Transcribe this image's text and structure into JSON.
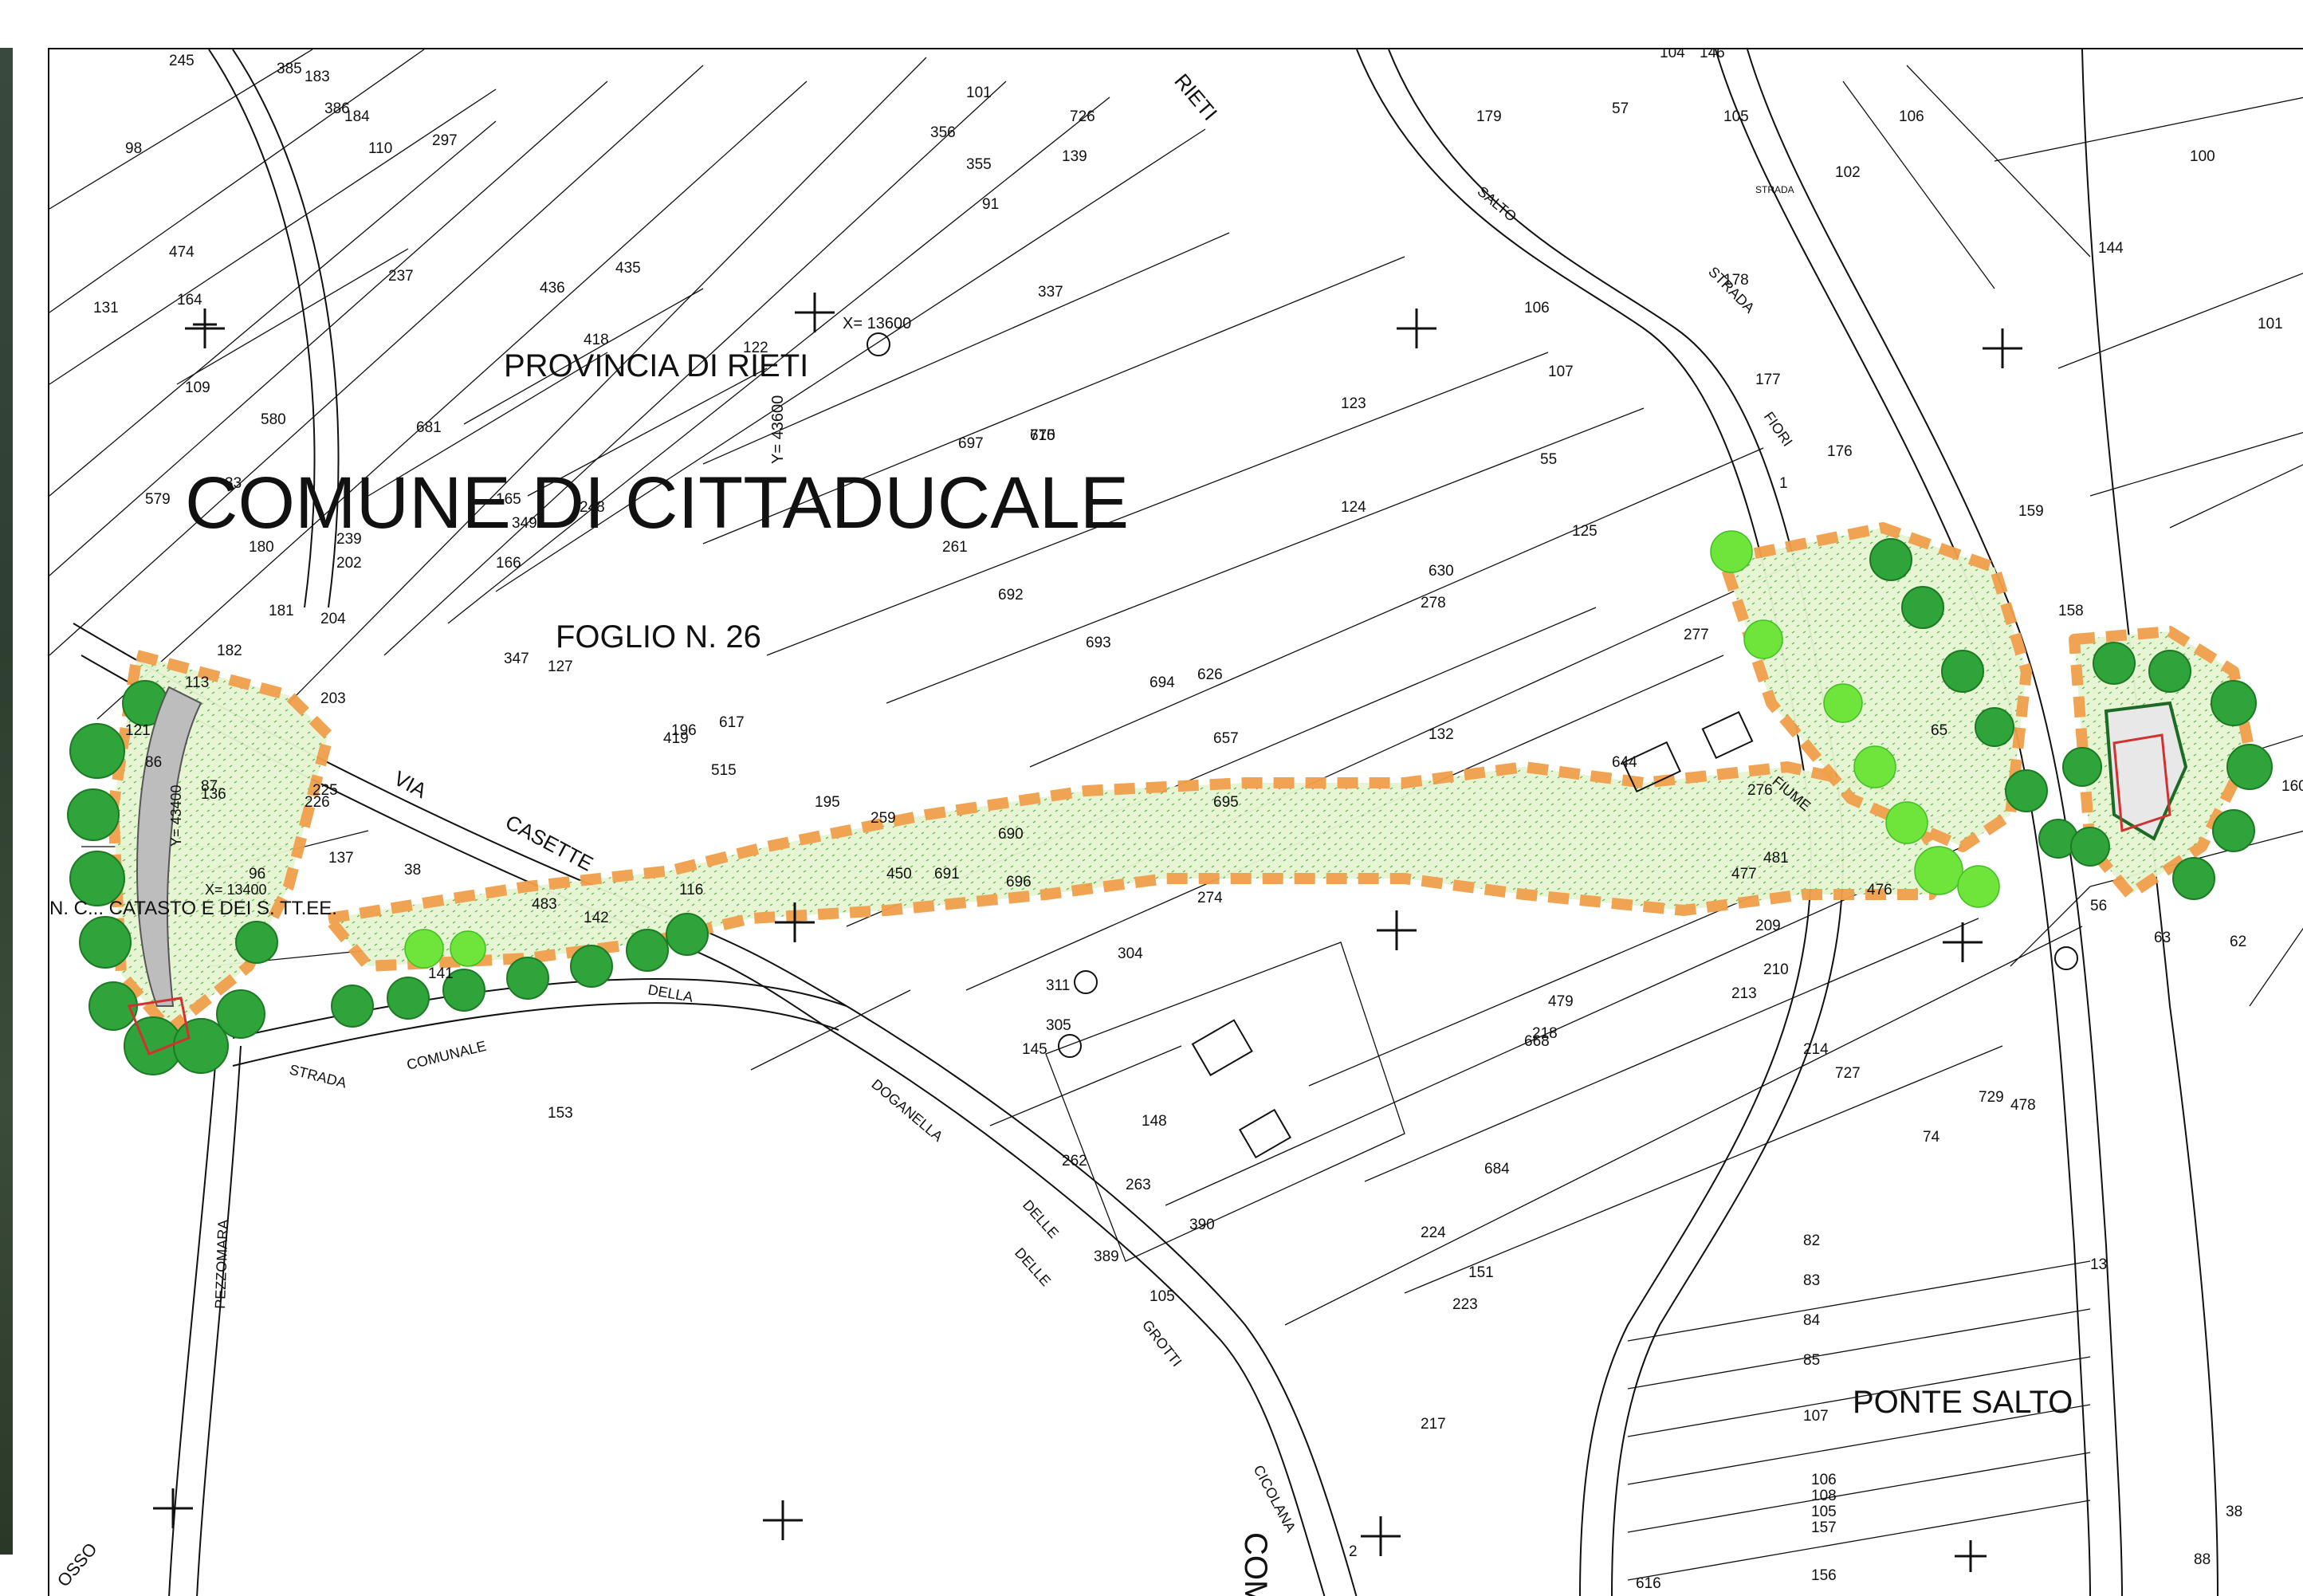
{
  "map": {
    "commune_label": "COMUNE DI CITTADUCALE",
    "province_label": "PROVINCIA DI RIETI",
    "sheet_label": "FOGLIO N. 26",
    "locality_label": "PONTE SALTO",
    "coord_x": "X= 13600",
    "coord_y": "Y= 43600",
    "coord_x2": "X= 13400",
    "coord_y2": "Y= 43400",
    "road_names": [
      "VIA",
      "CASETTE",
      "STRADA",
      "COMUNALE",
      "DELLA",
      "DOGANELLA",
      "DELLE",
      "GROTTI",
      "CICOLANA",
      "PEZZOMARA",
      "SALTO",
      "FIUME",
      "STRADA",
      "FIORI",
      "RIETI",
      "COM",
      "DELLE",
      "STRADA",
      "OSSO"
    ],
    "boundary_text": "N. C... CATASTO E DEI S. TT.EE.",
    "parcel_numbers": [
      "98",
      "474",
      "164",
      "109",
      "580",
      "579",
      "33",
      "180",
      "181",
      "182",
      "113",
      "121",
      "86",
      "87",
      "96",
      "131",
      "245",
      "385",
      "183",
      "386",
      "184",
      "110",
      "297",
      "237",
      "436",
      "435",
      "681",
      "165",
      "248",
      "239",
      "202",
      "204",
      "203",
      "166",
      "347",
      "127",
      "136",
      "225",
      "226",
      "137",
      "38",
      "483",
      "142",
      "141",
      "153",
      "349",
      "418",
      "122",
      "697",
      "670",
      "715",
      "337",
      "355",
      "91",
      "101",
      "356",
      "726",
      "139",
      "179",
      "57",
      "104",
      "146",
      "105",
      "106",
      "102",
      "100",
      "144",
      "101",
      "178",
      "177",
      "176",
      "1",
      "159",
      "158",
      "160",
      "56",
      "63",
      "62",
      "123",
      "124",
      "630",
      "125",
      "277",
      "278",
      "132",
      "644",
      "276",
      "481",
      "477",
      "476",
      "450",
      "274",
      "209",
      "210",
      "213",
      "214",
      "727",
      "729",
      "74",
      "478",
      "479",
      "218",
      "668",
      "684",
      "224",
      "151",
      "223",
      "217",
      "2",
      "13",
      "82",
      "83",
      "84",
      "85",
      "107",
      "106",
      "108",
      "105",
      "157",
      "38",
      "88",
      "156",
      "616",
      "261",
      "692",
      "693",
      "694",
      "626",
      "657",
      "695",
      "690",
      "691",
      "696",
      "195",
      "259",
      "515",
      "196",
      "419",
      "116",
      "617",
      "304",
      "311",
      "305",
      "145",
      "148",
      "262",
      "263",
      "390",
      "389",
      "105",
      "106",
      "107",
      "55",
      "65"
    ]
  },
  "colors": {
    "zone_outline": "#f0a04a",
    "zone_fill": "#e6f5d2",
    "tree_dark": "#2fa43a",
    "tree_light": "#6fe43a",
    "line": "#111111",
    "structure_red": "#d33030",
    "structure_gray": "#bdbdbd"
  }
}
